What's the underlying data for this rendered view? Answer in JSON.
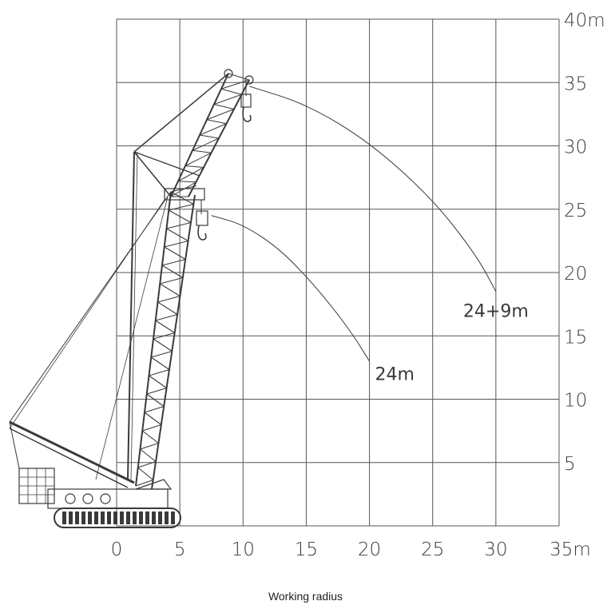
{
  "chart_data": {
    "type": "line",
    "xlabel": "Working radius",
    "x_ticks": [
      "0",
      "5",
      "10",
      "15",
      "20",
      "25",
      "30",
      "35m"
    ],
    "y_ticks": [
      "5",
      "10",
      "15",
      "20",
      "25",
      "30",
      "35",
      "40m"
    ],
    "xlim": [
      -5,
      35
    ],
    "ylim": [
      0,
      40
    ],
    "grid": true,
    "series": [
      {
        "name": "24m",
        "label_x": 22,
        "label_y": 11.5,
        "points": [
          [
            7.5,
            24.5
          ],
          [
            10,
            23.8
          ],
          [
            13,
            21.8
          ],
          [
            16,
            18.6
          ],
          [
            18.5,
            15.4
          ],
          [
            20,
            13
          ]
        ]
      },
      {
        "name": "24+9m",
        "label_x": 30,
        "label_y": 16.5,
        "points": [
          [
            10.5,
            34.7
          ],
          [
            15,
            33.3
          ],
          [
            20,
            30.3
          ],
          [
            25,
            25.8
          ],
          [
            28.5,
            21.3
          ],
          [
            30,
            18.5
          ]
        ]
      }
    ]
  },
  "colors": {
    "line": "#4a4a4a",
    "grid": "#555555",
    "text": "#3a3a3a"
  }
}
